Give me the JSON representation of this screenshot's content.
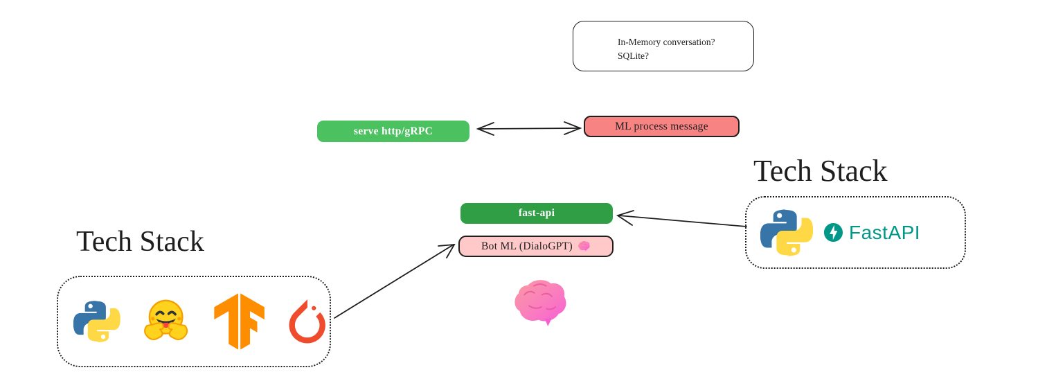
{
  "note": {
    "line1": "In-Memory conversation?",
    "line2": "SQLite?"
  },
  "nodes": {
    "serve": {
      "label": "serve http/gRPC",
      "bg": "#4bc160",
      "fg": "#ffffff"
    },
    "ml_process": {
      "label": "ML process message",
      "bg": "#f88383",
      "fg": "#1e1e1e"
    },
    "fast_api": {
      "label": "fast-api",
      "bg": "#2f9e44",
      "fg": "#ffffff"
    },
    "bot_ml": {
      "label": "Bot ML (DialoGPT)",
      "bg": "#ffc9c9",
      "fg": "#1e1e1e",
      "icon": "brain-icon"
    }
  },
  "left_stack": {
    "title": "Tech Stack",
    "logos": [
      {
        "name": "python-icon"
      },
      {
        "name": "huggingface-icon"
      },
      {
        "name": "tensorflow-icon"
      },
      {
        "name": "pytorch-icon"
      }
    ]
  },
  "right_stack": {
    "title": "Tech Stack",
    "logos": [
      {
        "name": "python-icon"
      },
      {
        "name": "fastapi-icon",
        "label": "FastAPI"
      }
    ]
  },
  "arrows": [
    {
      "from": "serve http/gRPC",
      "to": "ML process message",
      "bidirectional": true
    },
    {
      "from": "right tech stack",
      "to": "fast-api",
      "bidirectional": false
    },
    {
      "from": "left tech stack",
      "to": "Bot ML (DialoGPT)",
      "bidirectional": false
    }
  ],
  "standalone_icons": [
    "brain-icon"
  ],
  "colors": {
    "ink": "#1e1e1e",
    "green": "#4bc160",
    "dark_green": "#2f9e44",
    "salmon": "#f88383",
    "pink": "#ffc9c9",
    "fastapi_teal": "#009688",
    "python_blue": "#3774a8",
    "python_yellow": "#ffd845",
    "tensorflow_orange": "#ff8d00",
    "pytorch_orange": "#ee4c2c",
    "huggingface_yellow": "#ffd21e",
    "brain_pink": "#f967d2"
  }
}
